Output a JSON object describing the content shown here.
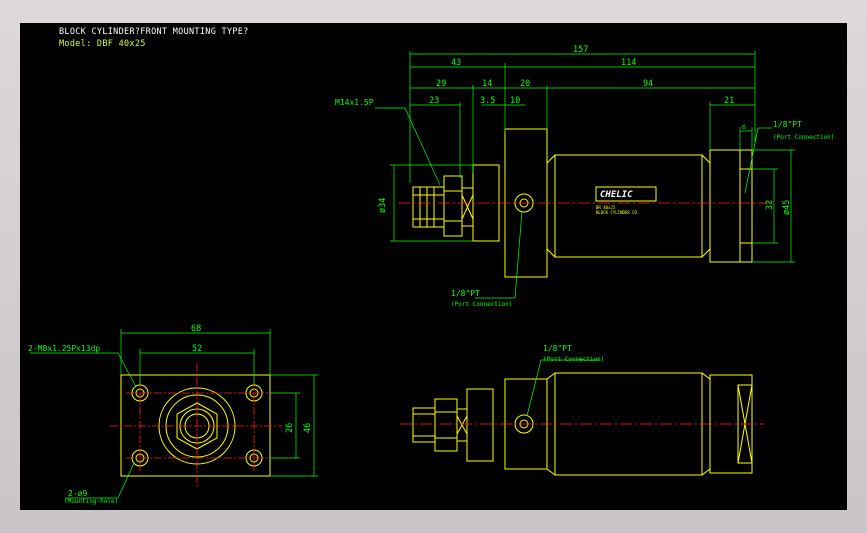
{
  "title": "BLOCK CYLINDER?FRONT MOUNTING TYPE?",
  "model": "Model: DBF 40x25",
  "brand": "CHELIC",
  "nameplate_line1": "BR 40x25",
  "nameplate_line2": "BLOCK CYLINDER CO.",
  "colors": {
    "background": "#000000",
    "outline": "#ffff00",
    "dimension": "#00ff00",
    "centerline": "#ff2020",
    "text": "#ffffff",
    "frame": "#d4d0d4"
  },
  "dimensions": {
    "total_length": "157",
    "front_length": "43",
    "body_length": "114",
    "rod_length": "29",
    "nut_length": "14",
    "block_width": "20",
    "barrel_length": "94",
    "thread_length": "23",
    "gap": "3.5",
    "flange": "10",
    "rear_length": "21",
    "port_offset": "6",
    "rod_dia": "ø34",
    "bore_inner": "32",
    "bore_dia": "ø45",
    "block_width_total": "68",
    "hole_pitch_x": "52",
    "hole_pitch_y": "26",
    "block_height": "46"
  },
  "labels": {
    "rod_thread": "M14x1.5P",
    "port_top": "1/8\"PT",
    "port_top_note": "(Port Connection)",
    "port_front": "1/8\"PT",
    "port_front_note": "(Port Connection)",
    "tap_holes": "2-M8x1.25Px13dp",
    "mount_holes": "2-ø9",
    "mount_note": "(Mounting-hole)",
    "port_bottom": "1/8\"PT",
    "port_bottom_note": "(Port Connection)"
  }
}
